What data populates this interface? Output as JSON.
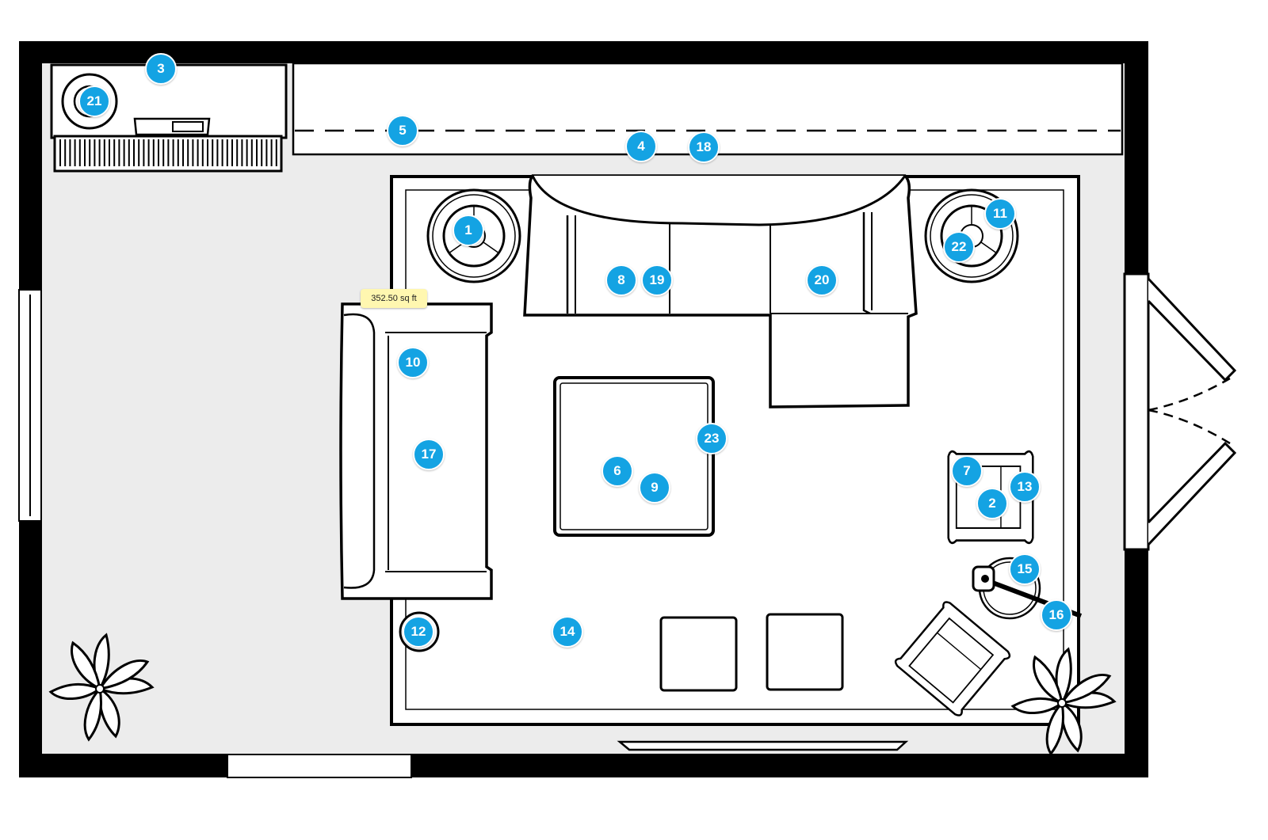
{
  "colors": {
    "wall": "#000000",
    "floor": "#ececec",
    "rug": "#ffffff",
    "marker": "#14a3e3",
    "tooltip_bg": "#fff7b0"
  },
  "area_label": "352.50 sq ft",
  "markers": [
    {
      "num": "1"
    },
    {
      "num": "2"
    },
    {
      "num": "3"
    },
    {
      "num": "4"
    },
    {
      "num": "5"
    },
    {
      "num": "6"
    },
    {
      "num": "7"
    },
    {
      "num": "8"
    },
    {
      "num": "9"
    },
    {
      "num": "10"
    },
    {
      "num": "11"
    },
    {
      "num": "12"
    },
    {
      "num": "13"
    },
    {
      "num": "14"
    },
    {
      "num": "15"
    },
    {
      "num": "16"
    },
    {
      "num": "17"
    },
    {
      "num": "18"
    },
    {
      "num": "19"
    },
    {
      "num": "20"
    },
    {
      "num": "21"
    },
    {
      "num": "22"
    },
    {
      "num": "23"
    }
  ]
}
